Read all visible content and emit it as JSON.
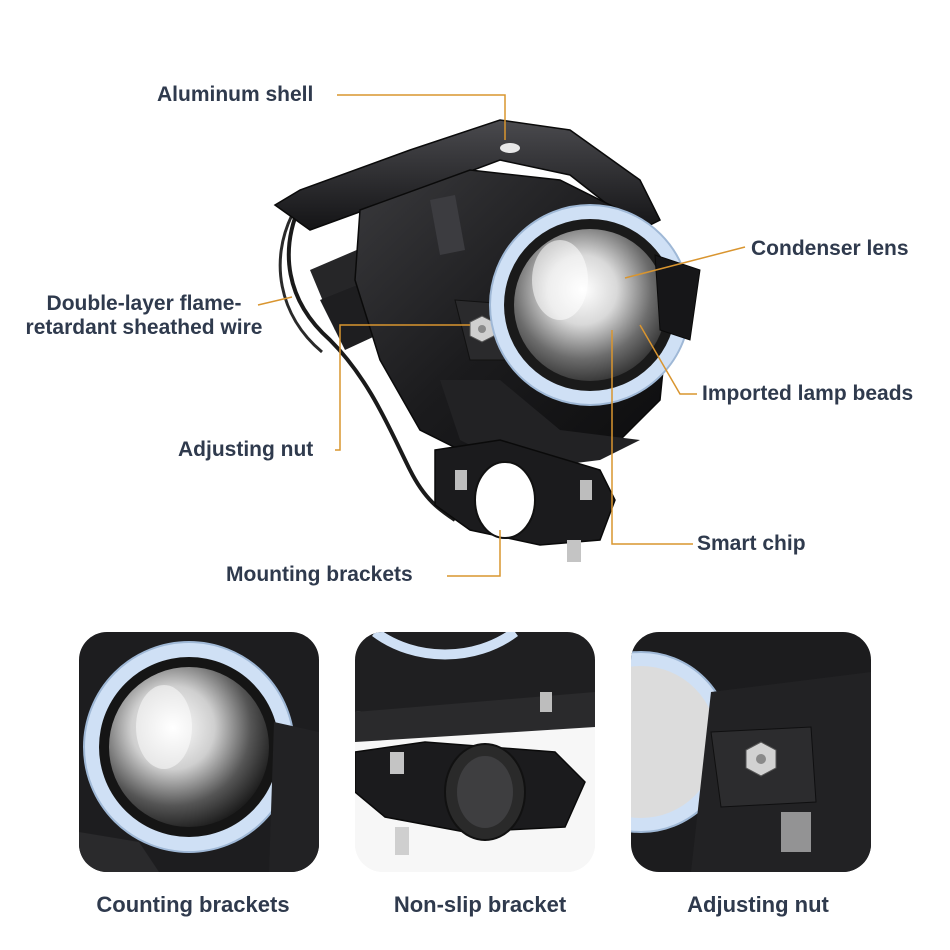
{
  "callouts": {
    "aluminum_shell": "Aluminum shell",
    "condenser_lens": "Condenser lens",
    "wire_line1": "Double-layer flame-",
    "wire_line2": "retardant sheathed wire",
    "imported_beads": "Imported lamp beads",
    "adjusting_nut": "Adjusting nut",
    "smart_chip": "Smart chip",
    "mounting_brackets": "Mounting brackets"
  },
  "details": [
    {
      "caption": "Counting brackets"
    },
    {
      "caption": "Non-slip bracket"
    },
    {
      "caption": "Adjusting nut"
    }
  ],
  "colors": {
    "leader_line": "#d9952f",
    "label_text": "#2f3a4d",
    "halo_ring": "#cfe0f5",
    "body_dark": "#1c1c1e"
  }
}
